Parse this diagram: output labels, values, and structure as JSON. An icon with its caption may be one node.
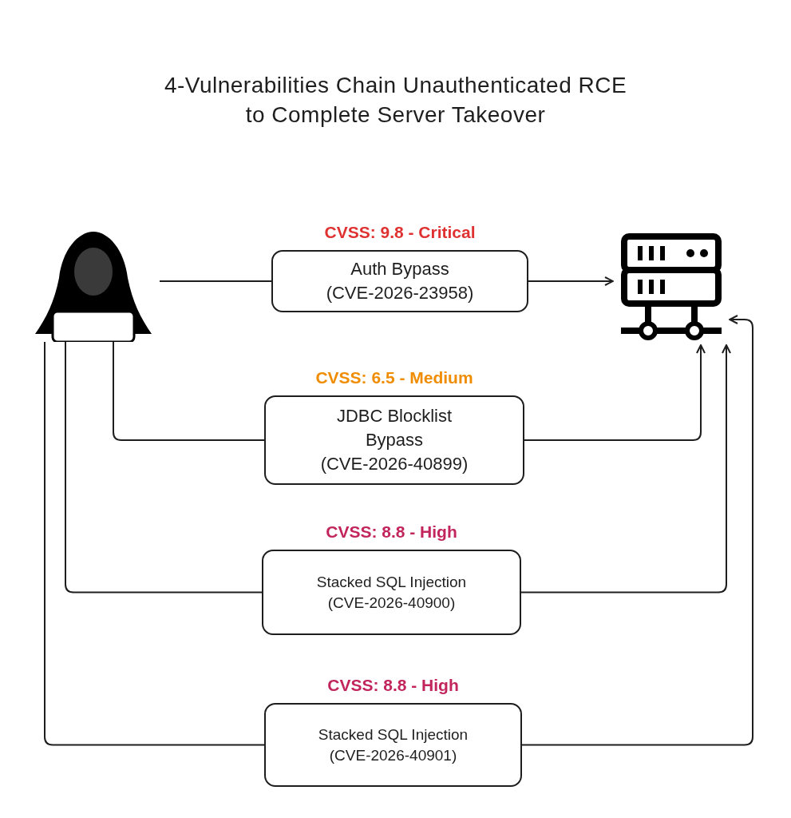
{
  "diagram": {
    "title": "4-Vulnerabilities Chain Unauthenticated RCE to Complete Server Takeover",
    "nodes": [
      {
        "text": [],
        "shape": "person"
      },
      {
        "text": [
          "Auth Bypass",
          "(CVE-2026-23958)"
        ],
        "beside": [
          "CVSS: 9.8 - Critical"
        ]
      },
      {
        "text": [
          "JDBC Blocklist Bypass",
          "(CVE-2026-40899)"
        ],
        "beside": [
          "CVSS: 6.5 - Medium"
        ]
      },
      {
        "text": [
          "Stacked SQL Injection",
          "(CVE-2026-40900)"
        ],
        "beside": [
          "CVSS: 8.8 - High"
        ]
      },
      {
        "text": [
          "Stacked SQL Injection",
          "(CVE-2026-40901)"
        ],
        "beside": [
          "CVSS: 8.8 - High"
        ]
      },
      {
        "text": [],
        "shape": "server"
      }
    ],
    "edges": [
      {
        "from": 0,
        "to": 1,
        "arrow": "none"
      },
      {
        "from": 1,
        "to": 5,
        "arrow": "to"
      },
      {
        "from": 0,
        "to": 2,
        "arrow": "none"
      },
      {
        "from": 2,
        "to": 5,
        "arrow": "to"
      },
      {
        "from": 0,
        "to": 3,
        "arrow": "none"
      },
      {
        "from": 3,
        "to": 5,
        "arrow": "to"
      },
      {
        "from": 0,
        "to": 4,
        "arrow": "none"
      },
      {
        "from": 4,
        "to": 5,
        "arrow": "to"
      }
    ]
  }
}
